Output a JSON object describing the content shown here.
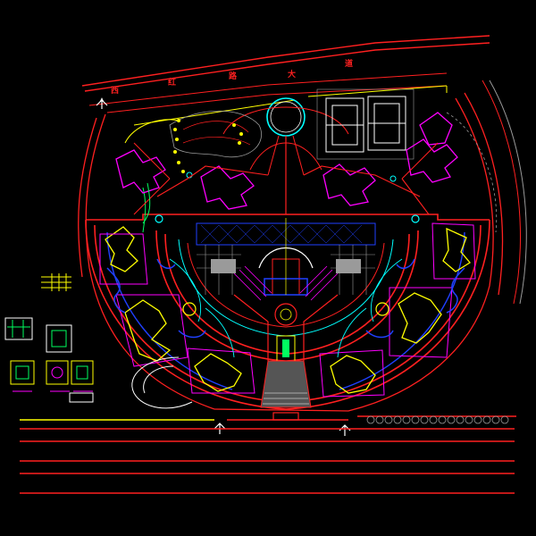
{
  "drawing": {
    "background": "#000000",
    "road_name_chars": [
      "西",
      "红",
      "路",
      "大",
      "道"
    ],
    "colors": {
      "red": "#ff2020",
      "yellow": "#ffff00",
      "magenta": "#ff00ff",
      "cyan": "#00ffff",
      "white": "#ffffff",
      "blue": "#2040ff",
      "green": "#00ff60",
      "gray": "#9a9a9a"
    },
    "icons": [
      "north-arrow-icon",
      "entrance-arrow-icon"
    ]
  }
}
